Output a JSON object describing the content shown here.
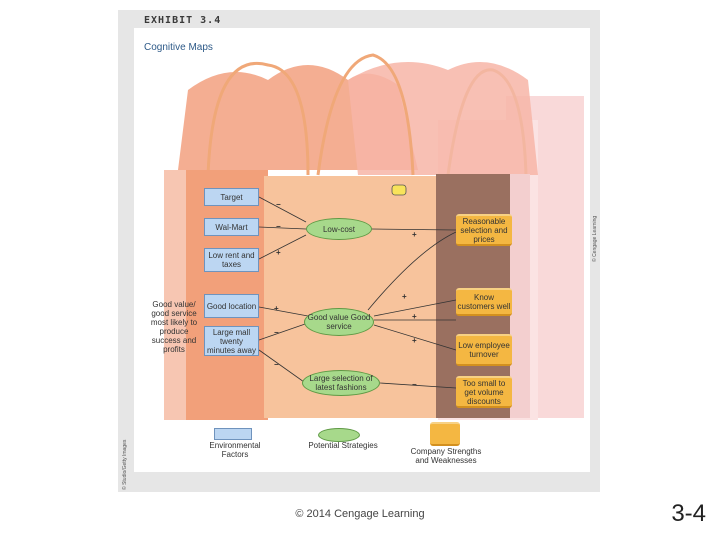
{
  "exhibit": {
    "label": "EXHIBIT 3.4",
    "title": "Cognitive Maps"
  },
  "side_credits": {
    "left": "© Studio/Getty Images",
    "right": "© Cengage Learning"
  },
  "objective": {
    "text": "Good value/ good service most likely to produce success and profits"
  },
  "environmental_factors": [
    {
      "id": "target",
      "text": "Target"
    },
    {
      "id": "walmart",
      "text": "Wal-Mart"
    },
    {
      "id": "low-rent",
      "text": "Low rent and taxes"
    },
    {
      "id": "good-location",
      "text": "Good location"
    },
    {
      "id": "large-mall",
      "text": "Large mall twenty minutes away"
    }
  ],
  "potential_strategies": [
    {
      "id": "low-cost",
      "text": "Low-cost"
    },
    {
      "id": "good-value",
      "text": "Good value Good service"
    },
    {
      "id": "large-selection",
      "text": "Large selection of latest fashions"
    }
  ],
  "company_factors": [
    {
      "id": "reasonable",
      "text": "Reasonable selection and prices"
    },
    {
      "id": "know-customers",
      "text": "Know customers well"
    },
    {
      "id": "low-turnover",
      "text": "Low employee turnover"
    },
    {
      "id": "too-small",
      "text": "Too small to get volume discounts"
    }
  ],
  "signs": {
    "target_lowcost": "−",
    "walmart_lowcost": "−",
    "lowrent_lowcost": "+",
    "lowcost_reasonable": "+",
    "goodloc_goodvalue": "+",
    "largemall_goodvalue": "−",
    "goodvalue_know": "+",
    "goodvalue_lowturn": "+",
    "goodvalue_reasonable": "+",
    "largemall_largesel": "−",
    "largesel_toosmall": "−"
  },
  "legend": [
    {
      "id": "env",
      "text": "Environmental Factors"
    },
    {
      "id": "strat",
      "text": "Potential Strategies"
    },
    {
      "id": "comp",
      "text": "Company Strengths and Weaknesses"
    }
  ],
  "footer": {
    "copyright": "© 2014 Cengage Learning",
    "slide_number": "3-4"
  },
  "colors": {
    "environment": "#bcd6f2",
    "strategy": "#a7d98b",
    "company": "#f4b742",
    "bag_left": "#f2a07a",
    "bag_mid": "#f7c39c",
    "bag_right": "#9a7060"
  }
}
